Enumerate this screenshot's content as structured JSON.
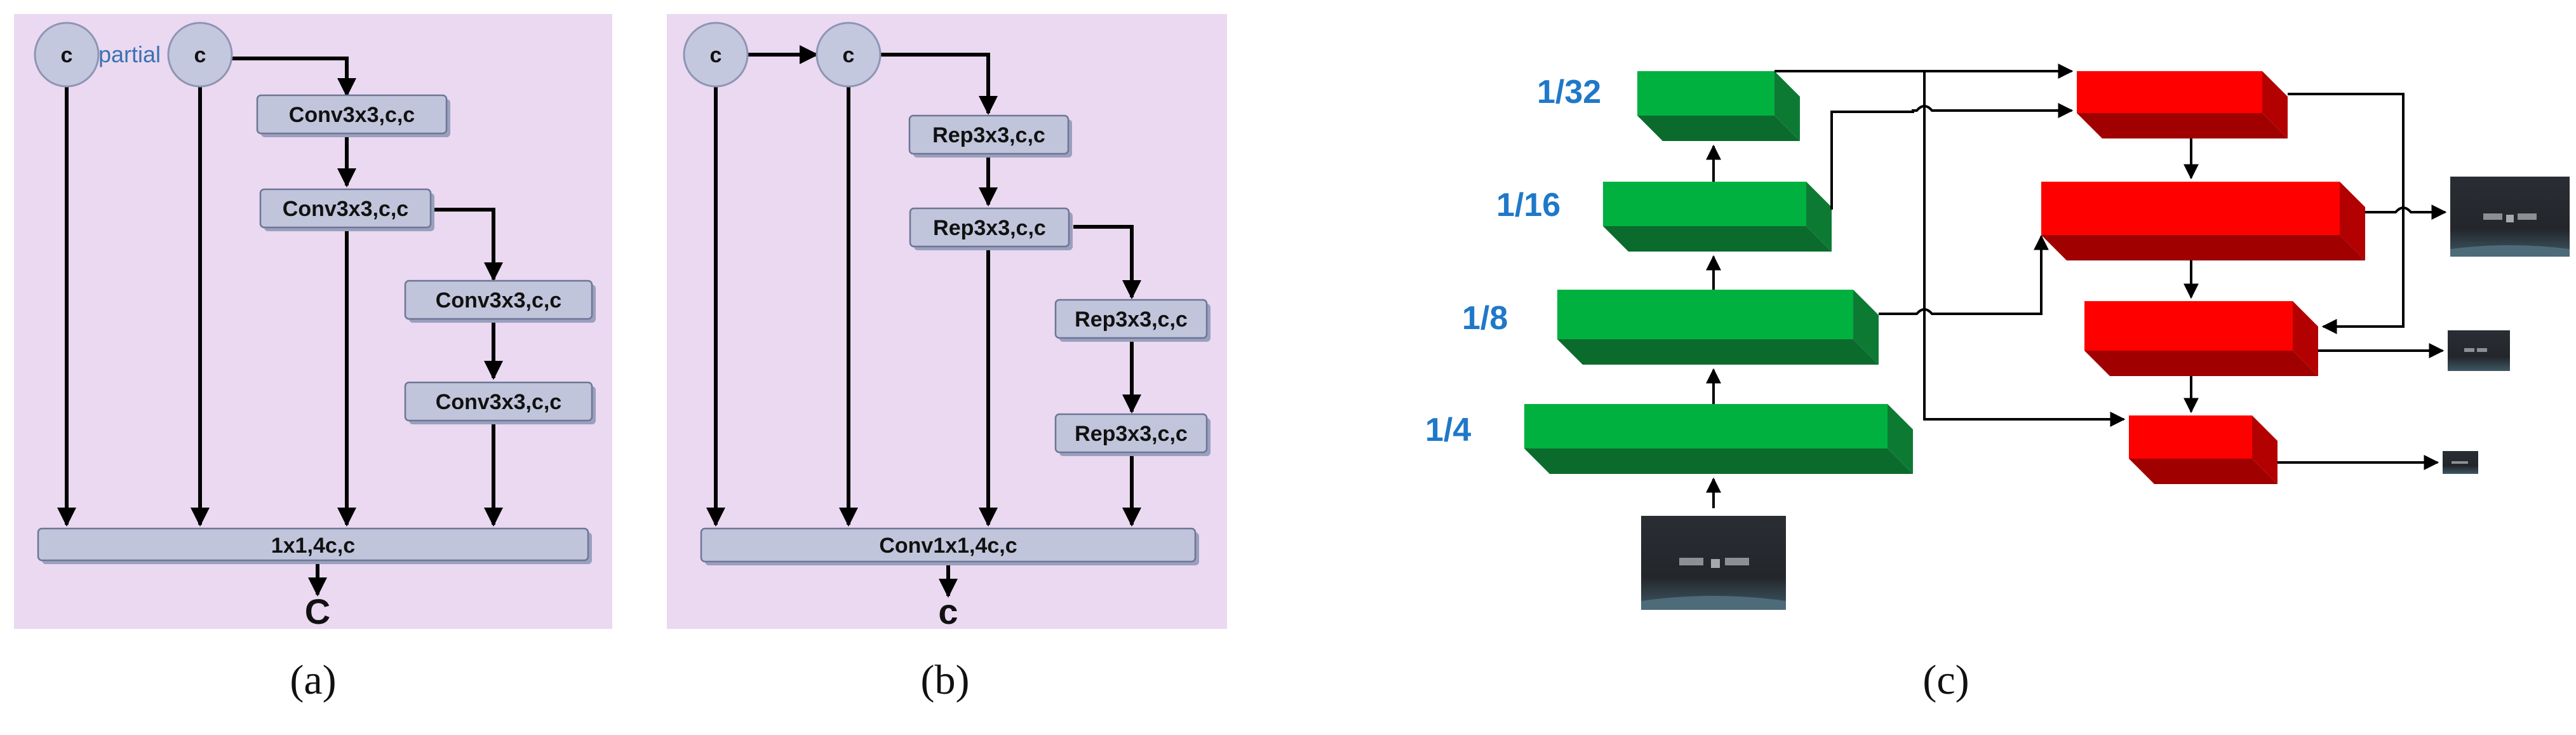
{
  "panel_a": {
    "input_c1": "c",
    "input_c2": "c",
    "partial_label": "partial",
    "conv1": "Conv3x3,c,c",
    "conv2": "Conv3x3,c,c",
    "conv3": "Conv3x3,c,c",
    "conv4": "Conv3x3,c,c",
    "fuse": "1x1,4c,c",
    "output": "C",
    "caption": "(a)"
  },
  "panel_b": {
    "input_c1": "c",
    "input_c2": "c",
    "rep1": "Rep3x3,c,c",
    "rep2": "Rep3x3,c,c",
    "rep3": "Rep3x3,c,c",
    "rep4": "Rep3x3,c,c",
    "fuse": "Conv1x1,4c,c",
    "output": "c",
    "caption": "(b)"
  },
  "panel_c": {
    "scales": [
      "1/32",
      "1/16",
      "1/8",
      "1/4"
    ],
    "caption": "(c)"
  },
  "colors": {
    "panel_background": "#ead9f1",
    "box_fill": "#c1c5db",
    "backbone_green": "#00b140",
    "neck_red": "#ff0000",
    "scale_label_blue": "#1f78c8"
  }
}
